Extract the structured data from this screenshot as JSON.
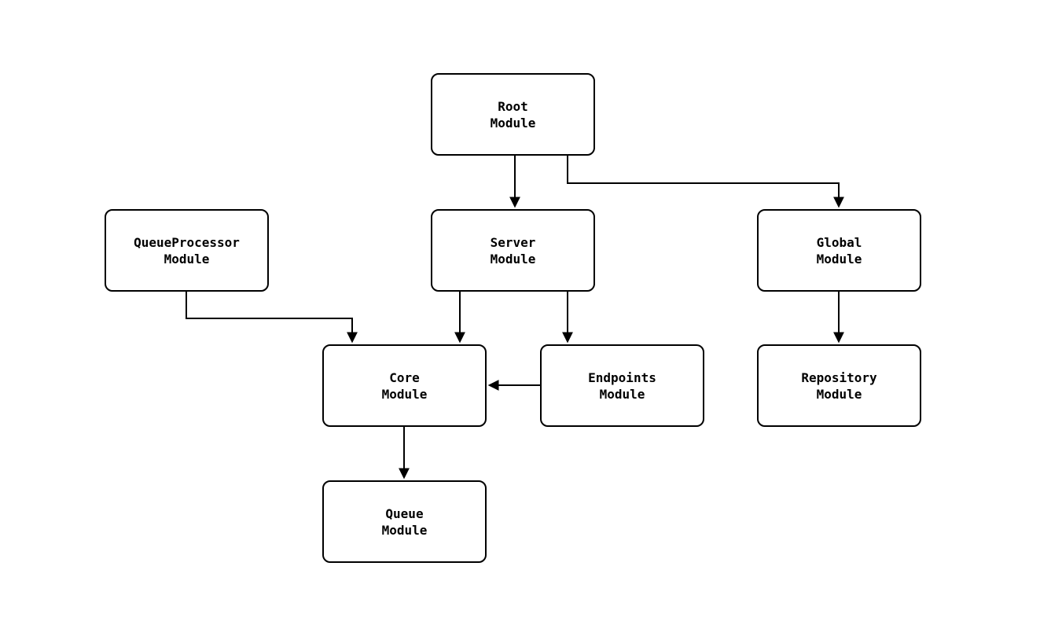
{
  "diagram": {
    "colors": {
      "background": "#ffffff",
      "node_fill": "#ffffff",
      "stroke": "#000000",
      "text": "#000000"
    },
    "nodes": [
      {
        "id": "root",
        "line1": "Root",
        "line2": "Module"
      },
      {
        "id": "server",
        "line1": "Server",
        "line2": "Module"
      },
      {
        "id": "global",
        "line1": "Global",
        "line2": "Module"
      },
      {
        "id": "queueprocessor",
        "line1": "QueueProcessor",
        "line2": "Module"
      },
      {
        "id": "core",
        "line1": "Core",
        "line2": "Module"
      },
      {
        "id": "endpoints",
        "line1": "Endpoints",
        "line2": "Module"
      },
      {
        "id": "repository",
        "line1": "Repository",
        "line2": "Module"
      },
      {
        "id": "queue",
        "line1": "Queue",
        "line2": "Module"
      }
    ],
    "edges": [
      {
        "from": "Root Module",
        "to": "Server Module"
      },
      {
        "from": "Root Module",
        "to": "Global Module"
      },
      {
        "from": "QueueProcessor Module",
        "to": "Core Module"
      },
      {
        "from": "Server Module",
        "to": "Core Module"
      },
      {
        "from": "Server Module",
        "to": "Endpoints Module"
      },
      {
        "from": "Endpoints Module",
        "to": "Core Module"
      },
      {
        "from": "Global Module",
        "to": "Repository Module"
      },
      {
        "from": "Core Module",
        "to": "Queue Module"
      }
    ]
  }
}
